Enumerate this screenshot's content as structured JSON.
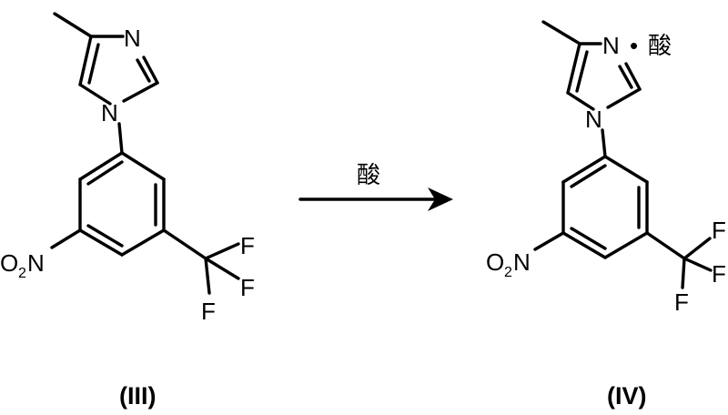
{
  "reactant": {
    "atoms": {
      "n_ring_top": "N",
      "n_ring_bottom": "N",
      "n_nitro": "N",
      "o2": "O",
      "o2_subscript": "2",
      "f1": "F",
      "f2": "F",
      "f3": "F"
    },
    "label": "(III)"
  },
  "reagent": {
    "label": "酸"
  },
  "product": {
    "atoms": {
      "n_ring_top": "N",
      "n_ring_bottom": "N",
      "n_nitro": "N",
      "o2": "O",
      "o2_subscript": "2",
      "f1": "F",
      "f2": "F",
      "f3": "F"
    },
    "salt_dot": "•",
    "salt_acid": "酸",
    "label": "(IV)"
  }
}
